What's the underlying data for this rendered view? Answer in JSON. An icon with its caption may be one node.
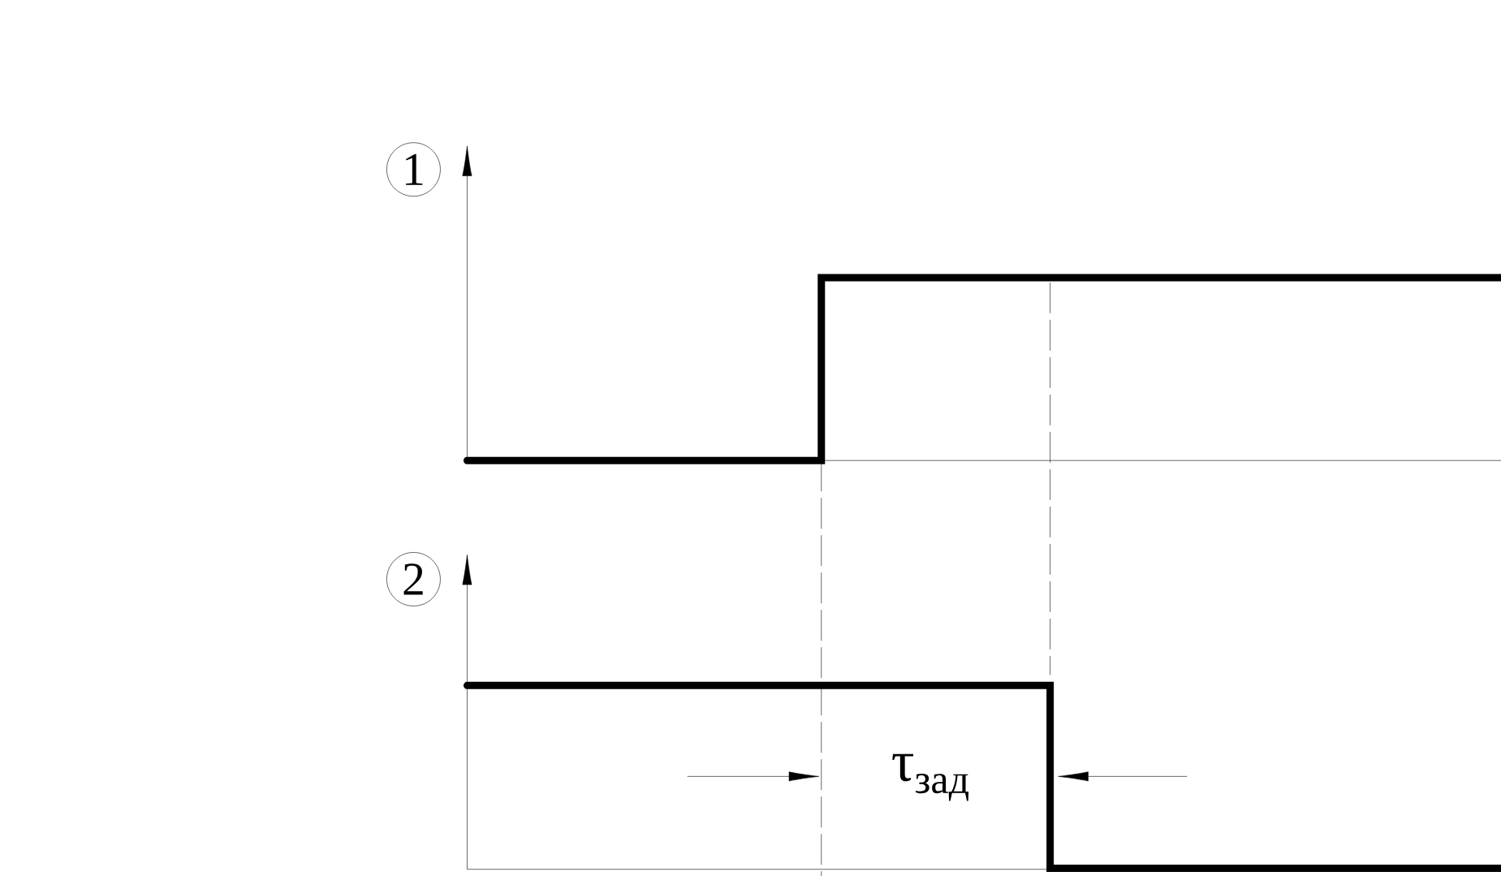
{
  "diagram": {
    "nodes": [
      {
        "text": [
          "1"
        ]
      },
      {
        "text": [
          "2"
        ]
      }
    ],
    "edges": [],
    "labels": [
      "τ$_{зад}$"
    ]
  }
}
